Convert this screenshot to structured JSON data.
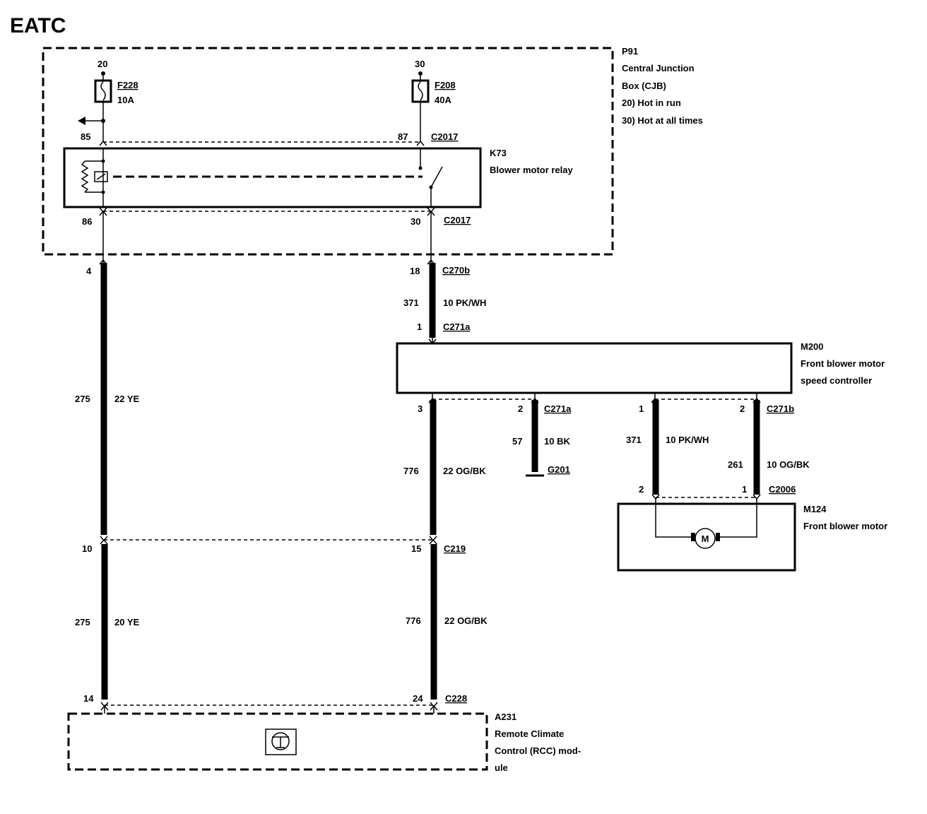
{
  "title": "EATC",
  "cjb": {
    "id": "P91",
    "name_line1": "Central Junction",
    "name_line2": "Box (CJB)",
    "note_run": "20)   Hot in run",
    "note_always": "30)   Hot at all times",
    "fuse_a": {
      "circuit": "20",
      "id": "F228",
      "rating": "10A"
    },
    "fuse_b": {
      "circuit": "30",
      "id": "F208",
      "rating": "40A"
    }
  },
  "relay": {
    "id": "K73",
    "name": "Blower motor relay",
    "pin_85": "85",
    "pin_87": "87",
    "pin_86": "86",
    "pin_30": "30",
    "conn_top": "C2017",
    "conn_bottom": "C2017"
  },
  "wires": {
    "left_upper": {
      "pin_top": "4",
      "circuit": "275",
      "gauge_color": "22 YE",
      "pin_bottom": "10"
    },
    "left_lower": {
      "pin_top": "10",
      "circuit": "275",
      "gauge_color": "20 YE",
      "pin_bottom": "14"
    },
    "feed": {
      "pin_top": "18",
      "conn_top": "C270b",
      "circuit": "371",
      "gauge_color": "10 PK/WH",
      "pin_bottom": "1",
      "conn_bottom": "C271a"
    },
    "ctrl_upper": {
      "pin_top": "3",
      "circuit": "776",
      "gauge_color": "22 OG/BK"
    },
    "ctrl_lower": {
      "pin_top": "15",
      "conn_top": "C219",
      "circuit": "776",
      "gauge_color": "22 OG/BK",
      "pin_bottom": "24",
      "conn_bottom": "C228"
    },
    "ground": {
      "pin": "2",
      "conn": "C271a",
      "circuit": "57",
      "gauge_color": "10 BK",
      "ground_id": "G201"
    },
    "motor_pos": {
      "pin_top": "1",
      "circuit": "371",
      "gauge_color": "10 PK/WH",
      "pin_bottom": "2"
    },
    "motor_neg": {
      "pin_top": "2",
      "conn_top": "C271b",
      "circuit": "261",
      "gauge_color": "10 OG/BK",
      "pin_bottom": "1",
      "conn_bottom": "C2006"
    }
  },
  "controller": {
    "id": "M200",
    "name_line1": "Front blower motor",
    "name_line2": "speed controller"
  },
  "motor": {
    "id": "M124",
    "name": "Front blower motor",
    "symbol": "M"
  },
  "rcc": {
    "id": "A231",
    "name_line1": "Remote Climate",
    "name_line2": "Control (RCC) mod-",
    "name_line3": "ule"
  }
}
